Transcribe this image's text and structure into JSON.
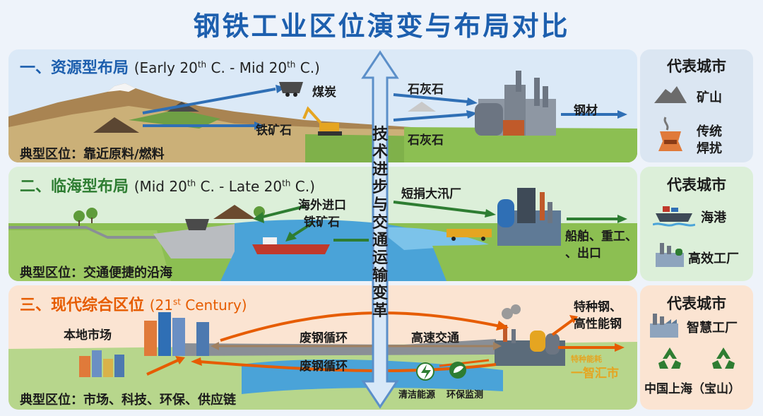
{
  "title": "钢铁工业区位演变与布局对比",
  "axis_label": "技术进步与交通运输变革",
  "bands": [
    {
      "title": "一、资源型布局",
      "period_pre": "(Early 20",
      "period_sup1": "th",
      "period_mid": " C. - Mid 20",
      "period_sup2": "th",
      "period_post": " C.)",
      "labels": {
        "coal": "煤炭",
        "iron_ore": "铁矿石",
        "limestone_top": "石灰石",
        "limestone_bottom": "石灰石",
        "steel": "钢材"
      },
      "footer": "典型区位：靠近原料/燃料",
      "side": {
        "heading": "代表城市",
        "item1": "矿山",
        "item2_line1": "传统",
        "item2_line2": "焊扰"
      }
    },
    {
      "title": "二、临海型布局",
      "period_pre": "(Mid 20",
      "period_sup1": "th",
      "period_mid": " C. - Late 20",
      "period_sup2": "th",
      "period_post": " C.)",
      "labels": {
        "import_line1": "海外进口",
        "import_line2": "铁矿石",
        "plant": "短捐大汛厂",
        "outputs_line1": "船舶、重工、",
        "outputs_line2": "、出口"
      },
      "footer": "典型区位：交通便捷的沿海",
      "side": {
        "heading": "代表城市",
        "item1": "海港",
        "item2": "高效工厂"
      }
    },
    {
      "title": "三、现代综合区位",
      "period_pre": "(21",
      "period_sup1": "st",
      "period_post": " Century)",
      "labels": {
        "local_market": "本地市场",
        "recycle_top": "废钢循环",
        "recycle_bottom": "废钢循环",
        "highway": "高速交通",
        "special_line1": "特种钢、",
        "special_line2": "高性能钢",
        "clean_energy": "清洁能源",
        "env_monitor": "环保监测",
        "smart_small": "特种能耗",
        "smart_big": "一智汇市"
      },
      "footer": "典型区位：市场、科技、环保、供应链",
      "side": {
        "heading": "代表城市",
        "item1": "智慧工厂",
        "item2": "中国上海（宝山）"
      }
    }
  ],
  "colors": {
    "title": "#1d5fae",
    "band1_title": "#1d5fae",
    "band2_title": "#2e7d32",
    "band3_title": "#e65c00",
    "axis": "#5b8fc9"
  }
}
